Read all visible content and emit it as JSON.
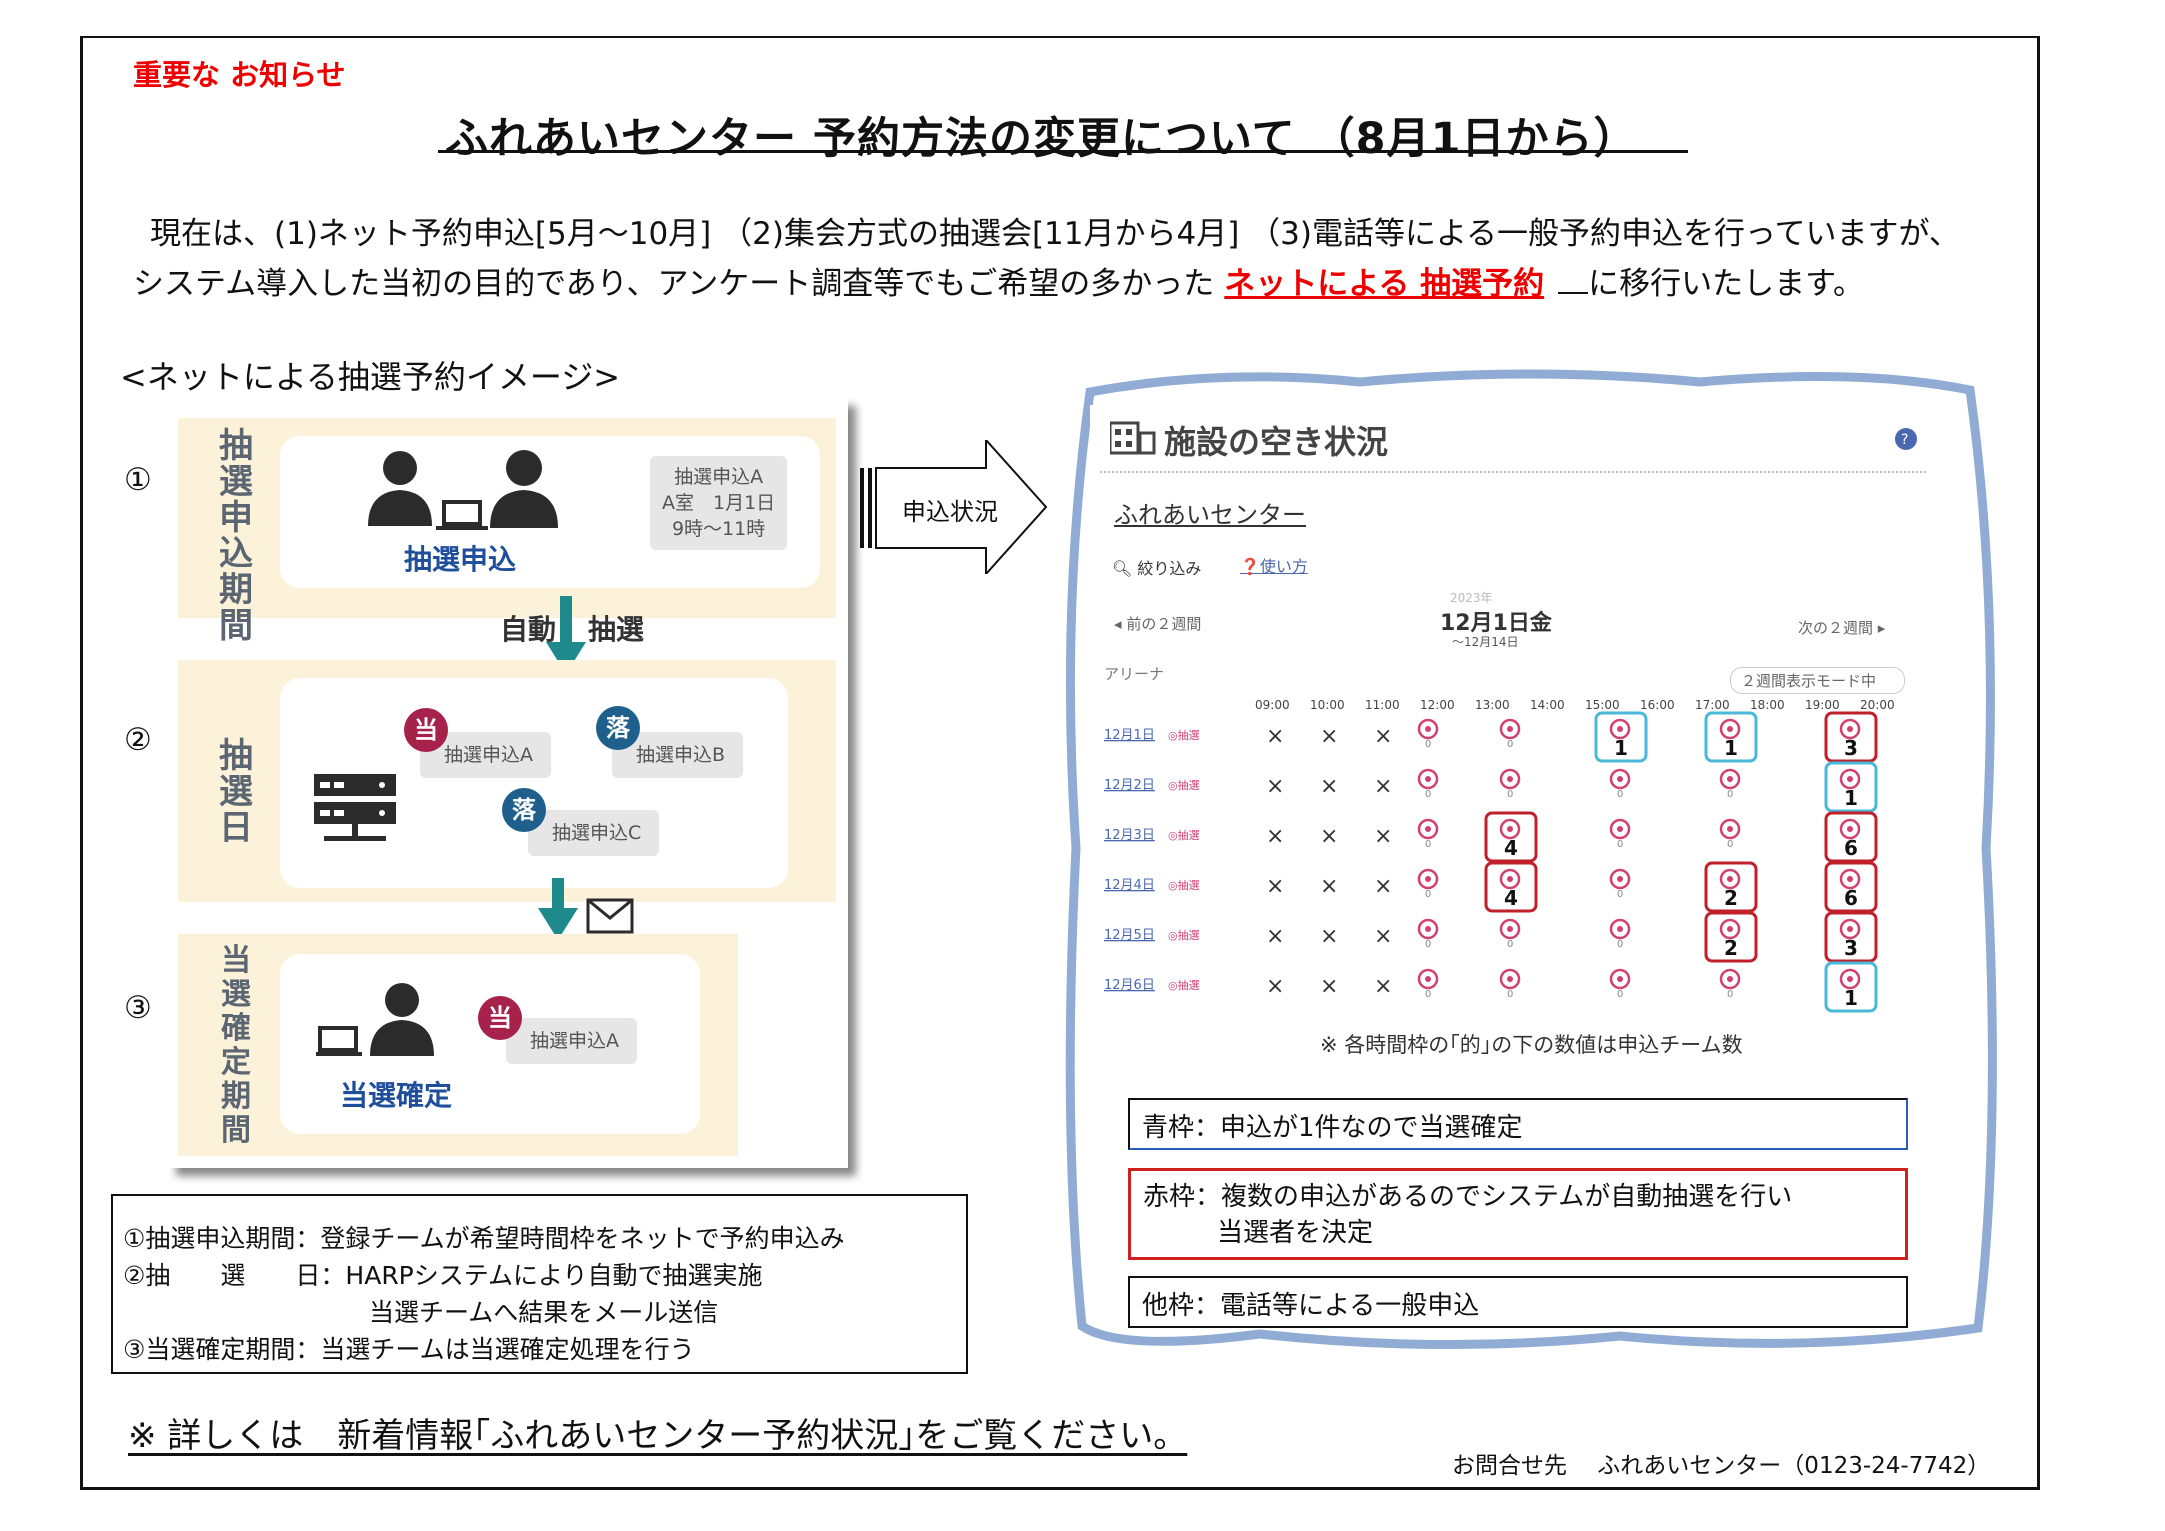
{
  "header": {
    "notice": "重要な お知らせ",
    "title": "ふれあいセンター 予約方法の変更について （8月1日から）"
  },
  "intro": {
    "line1": "現在は、(1)ネット予約申込[5月～10月] （2)集会方式の抽選会[11月から4月] （3)電話等による一般予約申込を行っていますが、",
    "line2_before": "システム導入した当初の目的であり、アンケート調査等でもご希望の多かった",
    "line2_highlight": "ネットによる 抽選予約",
    "line2_after": "に移行いたします。"
  },
  "image_heading": "<ネットによる抽選予約イメージ>",
  "diagram": {
    "steps": [
      "①",
      "②",
      "③"
    ],
    "phase1": {
      "label": "抽選申込期間",
      "caption": "抽選申込",
      "tag_lines": [
        "抽選申込A",
        "A室　1月1日",
        "9時～11時"
      ]
    },
    "auto": {
      "left": "自動",
      "right": "抽選"
    },
    "phase2": {
      "label": "抽選日",
      "win_mark": "当",
      "lose_mark": "落",
      "app_a": "抽選申込A",
      "app_b": "抽選申込B",
      "app_c": "抽選申込C"
    },
    "phase3": {
      "label": "当選確定期間",
      "caption": "当選確定",
      "win_mark": "当",
      "app_a": "抽選申込A"
    },
    "arrow_label": "申込状況",
    "icons": [
      "person-icon",
      "laptop-icon",
      "server-icon",
      "envelope-icon",
      "down-arrow-icon"
    ],
    "colors": {
      "band": "#fcf2da",
      "win": "#a6224a",
      "lose": "#1f5f8b",
      "arrow": "#1e8a8c"
    }
  },
  "screen": {
    "title": "施設の空き状況",
    "facility": "ふれあいセンター",
    "filter": "絞り込み",
    "help": "使い方",
    "prev": "前の２週間",
    "next": "次の２週間",
    "year": "2023年",
    "date": "12月1日金",
    "range": "～12月14日",
    "room": "アリーナ",
    "mode": "２週間表示モード中",
    "times": [
      "09:00",
      "10:00",
      "11:00",
      "12:00",
      "13:00",
      "14:00",
      "15:00",
      "16:00",
      "17:00",
      "18:00",
      "19:00",
      "20:00"
    ],
    "rows": [
      {
        "date": "12月1日",
        "tag": "抽選",
        "counts": [
          "",
          "",
          "1",
          "1",
          "3"
        ]
      },
      {
        "date": "12月2日",
        "tag": "抽選",
        "counts": [
          "",
          "",
          "",
          "",
          "1"
        ]
      },
      {
        "date": "12月3日",
        "tag": "抽選",
        "counts": [
          "",
          "4",
          "",
          "",
          "6"
        ]
      },
      {
        "date": "12月4日",
        "tag": "抽選",
        "counts": [
          "",
          "4",
          "",
          "2",
          "6"
        ]
      },
      {
        "date": "12月5日",
        "tag": "抽選",
        "counts": [
          "",
          "",
          "",
          "2",
          "3"
        ]
      },
      {
        "date": "12月6日",
        "tag": "抽選",
        "counts": [
          "",
          "",
          "",
          "",
          "1"
        ]
      }
    ],
    "frames": [
      [
        "",
        "",
        "blue",
        "blue",
        "red"
      ],
      [
        "",
        "",
        "",
        "",
        "blue"
      ],
      [
        "",
        "red",
        "",
        "",
        "red"
      ],
      [
        "",
        "red",
        "",
        "red",
        "red"
      ],
      [
        "",
        "",
        "",
        "red",
        "red"
      ],
      [
        "",
        "",
        "",
        "",
        "blue"
      ]
    ],
    "note": "※ 各時間枠の｢的｣の下の数値は申込チーム数",
    "unavailable": "×",
    "legend": {
      "blue": "青枠：申込が1件なので当選確定",
      "red_line1": "赤枠：複数の申込があるのでシステムが自動抽選を行い",
      "red_line2": "当選者を決定",
      "other": "他枠：電話等による一般申込"
    }
  },
  "explanation": [
    "①抽選申込期間：登録チームが希望時間枠をネットで予約申込み",
    "②抽　　選　　日：HARPシステムにより自動で抽選実施",
    "当選チームへ結果をメール送信",
    "③当選確定期間：当選チームは当選確定処理を行う"
  ],
  "footer": {
    "more": "※ 詳しくは　新着情報｢ふれあいセンター予約状況｣をご覧ください。",
    "contact": "お問合せ先　 ふれあいセンター（0123-24-7742）"
  }
}
